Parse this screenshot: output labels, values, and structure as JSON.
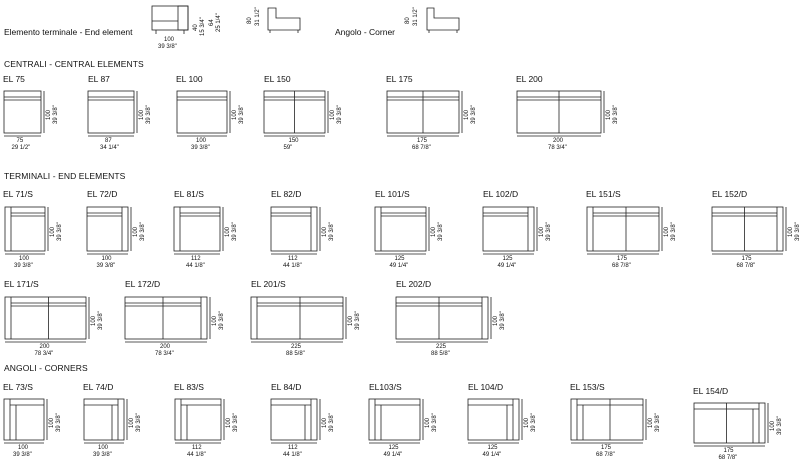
{
  "header": {
    "end_element_label": "Elemento terminale - End element",
    "corner_label": "Angolo - Corner",
    "end_dims": {
      "w_cm": "100",
      "w_in": "39 3/8\"",
      "h1_cm": "40",
      "h1_in": "15 3/4\"",
      "h2_cm": "64",
      "h2_in": "25 1/4\"",
      "d_cm": "80",
      "d_in": "31 1/2\""
    },
    "corner_dims": {
      "d_cm": "80",
      "d_in": "31 1/2\""
    }
  },
  "sections": [
    {
      "title": "CENTRALI - CENTRAL ELEMENTS"
    },
    {
      "title": "TERMINALI - END ELEMENTS"
    },
    {
      "title": "ANGOLI - CORNERS"
    }
  ],
  "depth": {
    "cm": "100",
    "in": "39 3/8\""
  },
  "elements": [
    {
      "name": "EL 75",
      "w_cm": "75",
      "w_in": "29 1/2\""
    },
    {
      "name": "EL 87",
      "w_cm": "87",
      "w_in": "34 1/4\""
    },
    {
      "name": "EL 100",
      "w_cm": "100",
      "w_in": "39 3/8\""
    },
    {
      "name": "EL 150",
      "w_cm": "150",
      "w_in": "59\""
    },
    {
      "name": "EL 175",
      "w_cm": "175",
      "w_in": "68 7/8\""
    },
    {
      "name": "EL 200",
      "w_cm": "200",
      "w_in": "78 3/4\""
    },
    {
      "name": "EL 71/S",
      "w_cm": "100",
      "w_in": "39 3/8\""
    },
    {
      "name": "EL 72/D",
      "w_cm": "100",
      "w_in": "39 3/8\""
    },
    {
      "name": "EL 81/S",
      "w_cm": "112",
      "w_in": "44 1/8\""
    },
    {
      "name": "EL 82/D",
      "w_cm": "112",
      "w_in": "44 1/8\""
    },
    {
      "name": "EL 101/S",
      "w_cm": "125",
      "w_in": "49 1/4\""
    },
    {
      "name": "EL 102/D",
      "w_cm": "125",
      "w_in": "49 1/4\""
    },
    {
      "name": "EL 151/S",
      "w_cm": "175",
      "w_in": "68 7/8\""
    },
    {
      "name": "EL 152/D",
      "w_cm": "175",
      "w_in": "68 7/8\""
    },
    {
      "name": "EL 171/S",
      "w_cm": "200",
      "w_in": "78 3/4\""
    },
    {
      "name": "EL 172/D",
      "w_cm": "200",
      "w_in": "78 3/4\""
    },
    {
      "name": "EL 201/S",
      "w_cm": "225",
      "w_in": "88 5/8\""
    },
    {
      "name": "EL 202/D",
      "w_cm": "225",
      "w_in": "88 5/8\""
    },
    {
      "name": "EL 73/S",
      "w_cm": "100",
      "w_in": "39 3/8\""
    },
    {
      "name": "EL 74/D",
      "w_cm": "100",
      "w_in": "39 3/8\""
    },
    {
      "name": "EL 83/S",
      "w_cm": "112",
      "w_in": "44 1/8\""
    },
    {
      "name": "EL 84/D",
      "w_cm": "112",
      "w_in": "44 1/8\""
    },
    {
      "name": "EL103/S",
      "w_cm": "125",
      "w_in": "49 1/4\""
    },
    {
      "name": "EL 104/D",
      "w_cm": "125",
      "w_in": "49 1/4\""
    },
    {
      "name": "EL 153/S",
      "w_cm": "175",
      "w_in": "68 7/8\""
    },
    {
      "name": "EL 154/D",
      "w_cm": "175",
      "w_in": "68 7/8\""
    }
  ]
}
